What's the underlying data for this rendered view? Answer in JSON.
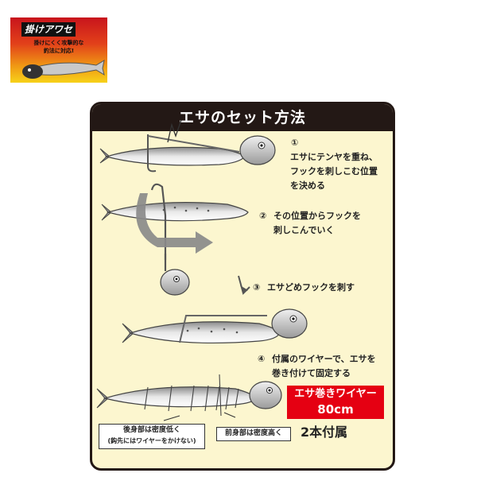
{
  "badge": {
    "title": "掛けアワセ",
    "subtitle_line1": "掛けにくく攻撃的な",
    "subtitle_line2": "釣法に対応!"
  },
  "panel": {
    "title": "エサのセット方法",
    "steps": [
      {
        "number": "①",
        "text": "エサにテンヤを重ね、\nフックを刺しこむ位置\nを決める"
      },
      {
        "number": "②",
        "text": "その位置からフックを\n刺しこんでいく"
      },
      {
        "number": "③",
        "text": "エサどめフックを刺す"
      },
      {
        "number": "④",
        "text": "付属のワイヤーで、エサを\n巻き付けて固定する"
      }
    ],
    "wire_label": "エサ巻きワイヤー",
    "wire_length": "80cm",
    "wire_qty": "2本付属",
    "rear_label_line1": "後身部は密度低く",
    "rear_label_line2": "(鈎先にはワイヤーをかけない)",
    "front_label": "前身部は密度高く"
  },
  "colors": {
    "panel_bg": "#fcf6cf",
    "header_bg": "#231815",
    "accent_red": "#e50012"
  }
}
